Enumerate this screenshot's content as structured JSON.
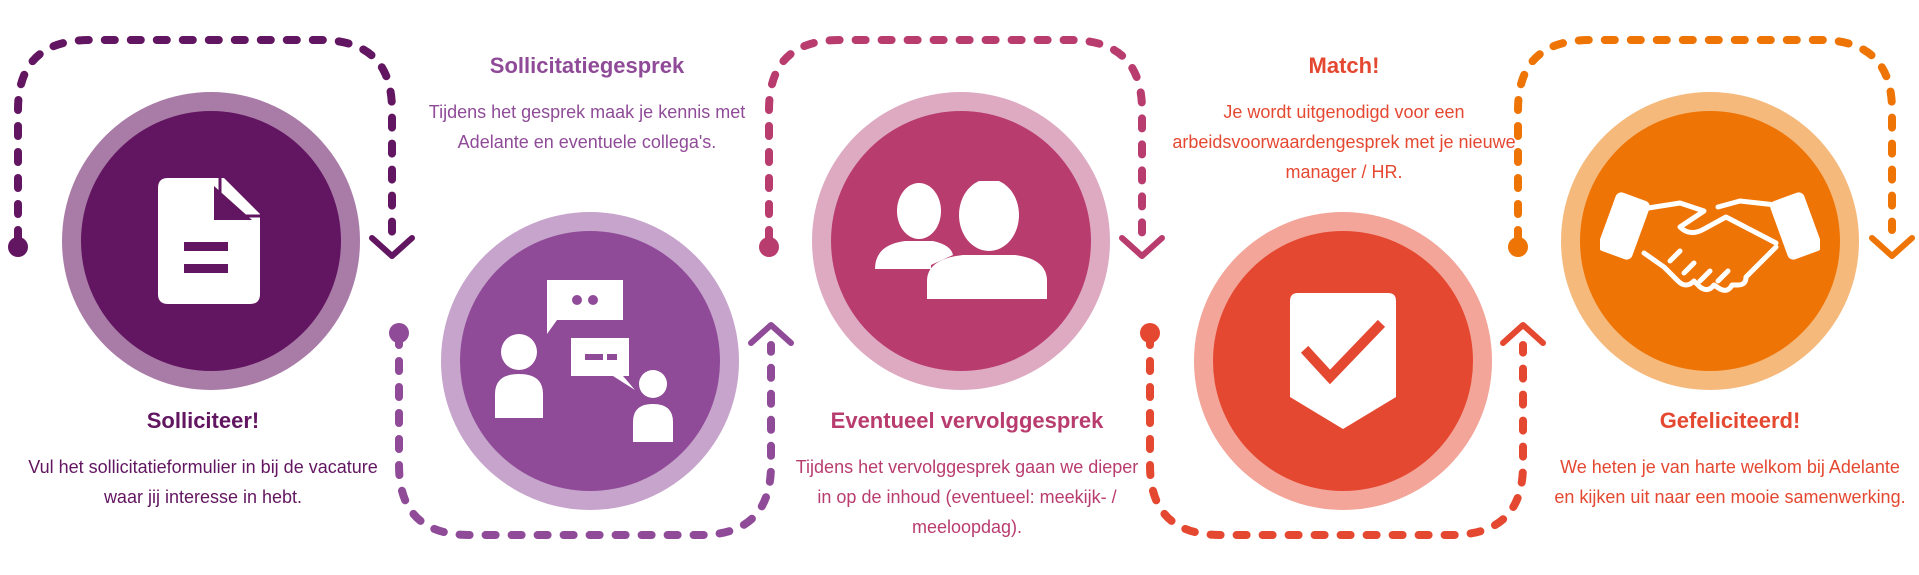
{
  "colors": {
    "step1": "#621560",
    "step1_ring": "#a97ba7",
    "step2": "#8f4b98",
    "step2_ring": "#c7a4cc",
    "step3": "#b93c6f",
    "step3_ring": "#deaac1",
    "step4": "#e54831",
    "step4_ring": "#f2a598",
    "step5": "#ee7405",
    "step5_ring": "#f5b97c"
  },
  "steps": [
    {
      "title": "Solliciteer!",
      "description": "Vul het sollicitatieformulier in bij de vacature waar jij interesse in hebt.",
      "icon": "document-icon"
    },
    {
      "title": "Sollicitatiegesprek",
      "description": "Tijdens het gesprek maak je kennis met Adelante en eventuele collega's.",
      "icon": "conversation-icon"
    },
    {
      "title": "Eventueel vervolggesprek",
      "description": "Tijdens het vervolggesprek gaan we dieper in op de inhoud (eventueel: meekijk- / meeloopdag).",
      "icon": "people-icon"
    },
    {
      "title": "Match!",
      "description": "Je wordt uitgenodigd voor een arbeidsvoorwaardengesprek met je nieuwe  manager / HR.",
      "icon": "checkmark-shield-icon"
    },
    {
      "title": "Gefeliciteerd!",
      "description": "We heten je van harte welkom bij Adelante en kijken uit naar een mooie samenwerking.",
      "icon": "handshake-icon"
    }
  ]
}
